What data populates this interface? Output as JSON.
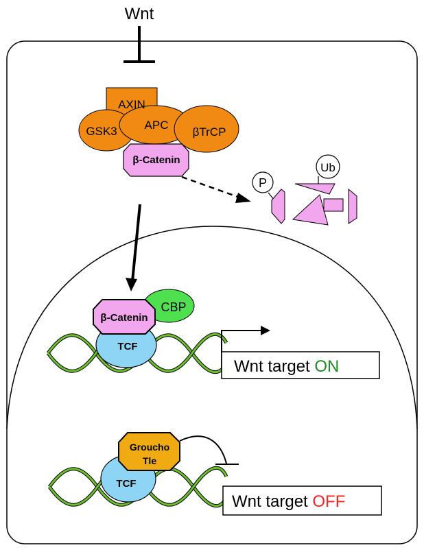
{
  "signal": {
    "label": "Wnt"
  },
  "destruction_complex": {
    "axin": "AXIN",
    "gsk3": "GSK3",
    "apc": "APC",
    "btrcp": "βTrCP",
    "beta_catenin": "β-Catenin"
  },
  "degradation": {
    "phosphate": "P",
    "ubiquitin": "Ub"
  },
  "active_complex": {
    "beta_catenin": "β-Catenin",
    "cbp": "CBP",
    "tcf": "TCF",
    "target_prefix": "Wnt target ",
    "target_state": "ON"
  },
  "repressor_complex": {
    "groucho_line1": "Groucho",
    "groucho_line2": "Tle",
    "tcf": "TCF",
    "target_prefix": "Wnt target ",
    "target_state": "OFF"
  },
  "colors": {
    "orange": "#F08A12",
    "pink": "#F2A6EE",
    "green": "#4FE04F",
    "blue": "#8ED4F4",
    "gold": "#F0AA12",
    "dna": "#6DC02A",
    "on": "#1E8C1E",
    "off": "#FF2020"
  }
}
